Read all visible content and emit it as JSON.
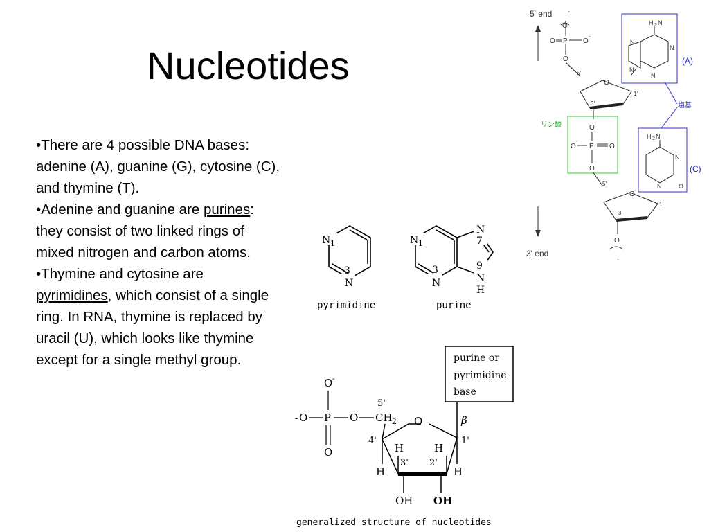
{
  "slide": {
    "title": "Nucleotides",
    "bullets": [
      {
        "marker": "•",
        "text": "There are 4 possible DNA bases: adenine (A), guanine (G), cytosine (C), and thymine (T)."
      },
      {
        "marker": "•",
        "pre": "Adenine and guanine are ",
        "term": "purines",
        "post": ": they consist of two linked rings of mixed nitrogen and carbon atoms."
      },
      {
        "marker": "•",
        "pre": "Thymine and cytosine are ",
        "term": "pyrimidines",
        "post": ", which consist of a single ring.  In RNA, thymine is replaced by uracil (U), which looks like thymine except for a single methyl group."
      }
    ]
  },
  "figure_rings": {
    "pyrimidine_label": "pyrimidine",
    "purine_label": "purine",
    "atoms": {
      "N": "N",
      "NH": "H",
      "n1": "1",
      "n3": "3",
      "n7": "7",
      "n9": "9"
    }
  },
  "figure_dna": {
    "five_end": "5' end",
    "three_end": "3' end",
    "adenine_code": "(A)",
    "cytosine_code": "(C)",
    "base_label": "塩基",
    "phosphate_label": "リン酸",
    "atoms": {
      "O": "O",
      "P": "P",
      "N": "N",
      "H2": "H",
      "sub2": "2",
      "minus": "-",
      "p5": "5'",
      "p3": "3'",
      "p1": "1'"
    }
  },
  "figure_general": {
    "caption": "generalized structure of nucleotides",
    "box_lines": [
      "purine or",
      "pyrimidine",
      "base"
    ],
    "atoms": {
      "O": "O",
      "P": "P",
      "minus": "-",
      "CH": "CH",
      "sub2": "2",
      "H": "H",
      "OH": "OH",
      "p5": "5'",
      "p4": "4'",
      "p3": "3'",
      "p2": "2'",
      "p1": "1'",
      "beta": "β"
    }
  },
  "colors": {
    "adenine_box": "#3333cc",
    "phosphate_box": "#33cc33",
    "label_blue": "#2222cc",
    "label_green": "#22aa22"
  }
}
